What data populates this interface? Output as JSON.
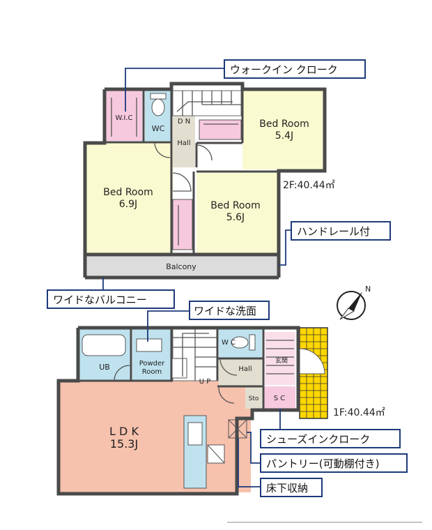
{
  "colors": {
    "bedroom": "#fafad0",
    "wic": "#f7c9de",
    "wet": "#bfe2ee",
    "ldk": "#f6c1ad",
    "hall": "#e2dfd0",
    "stairs": "#ffffff",
    "balcony": "#dcdcdc",
    "yellow_tile": "#ffd700",
    "label_border": "#1d3a7a"
  },
  "floor2": {
    "area": "2F:40.44㎡",
    "rooms": {
      "bed_54_name": "Bed Room",
      "bed_54_size": "5.4J",
      "bed_69_name": "Bed Room",
      "bed_69_size": "6.9J",
      "bed_56_name": "Bed Room",
      "bed_56_size": "5.6J",
      "wic": "W.I.C",
      "wc": "WC",
      "hall": "Hall",
      "dn": "D N",
      "balcony": "Balcony"
    }
  },
  "floor1": {
    "area": "1F:40.44㎡",
    "rooms": {
      "ub": "UB",
      "powder1": "Powder",
      "powder2": "Room",
      "wc": "W C",
      "hall": "Hall",
      "up": "U P",
      "ldk_name": "L D K",
      "ldk_size": "15.3J",
      "sto": "Sto",
      "sc": "S C",
      "entrance": "玄関"
    }
  },
  "callouts": {
    "walkin_closet": "ウォークイン クローク",
    "handrail": "ハンドレール付",
    "wide_balcony": "ワイドなバルコニー",
    "wide_washroom": "ワイドな洗面",
    "shoes_closet": "シューズインクローク",
    "pantry": "パントリー(可動棚付き)",
    "underfloor": "床下収納"
  },
  "compass": {
    "north": "N"
  }
}
